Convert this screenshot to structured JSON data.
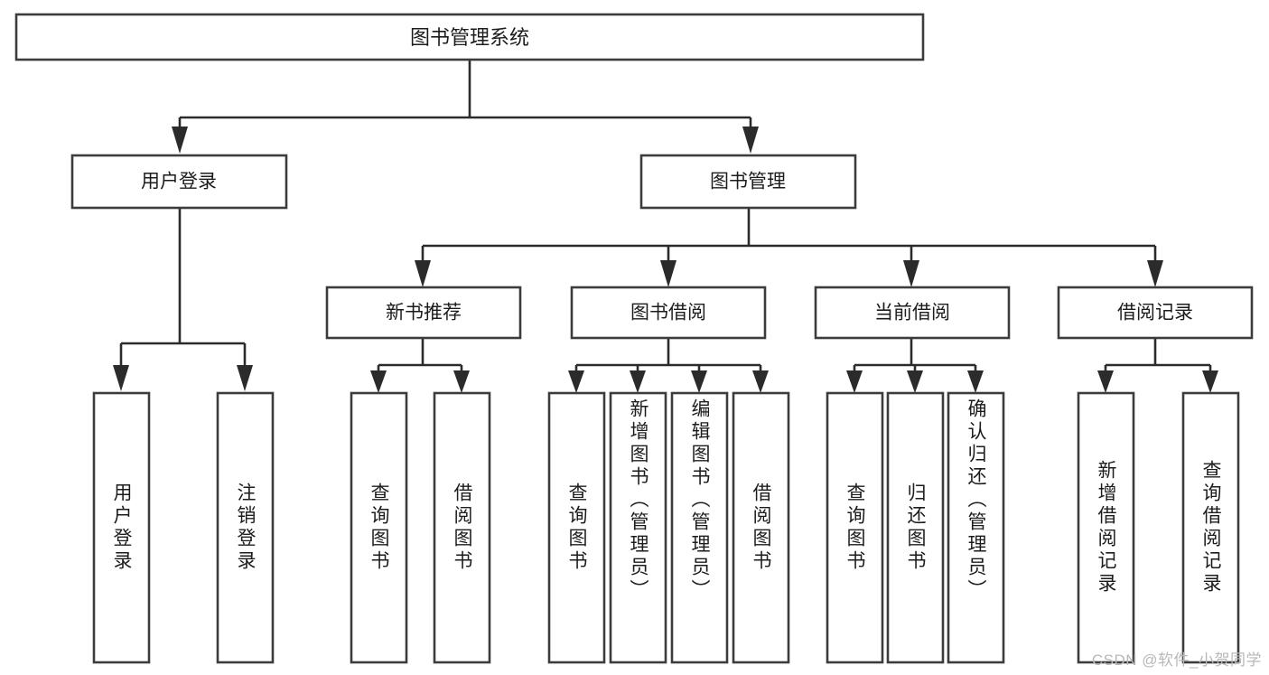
{
  "diagram": {
    "type": "hierarchy-tree",
    "title": "图书管理系统",
    "root": {
      "id": "root",
      "label": "图书管理系统",
      "level": 0
    },
    "level1": [
      {
        "id": "user-login",
        "label": "用户登录"
      },
      {
        "id": "book-management",
        "label": "图书管理"
      }
    ],
    "level2": [
      {
        "id": "new-book-recommend",
        "label": "新书推荐",
        "parent": "book-management"
      },
      {
        "id": "book-borrow",
        "label": "图书借阅",
        "parent": "book-management"
      },
      {
        "id": "current-borrow",
        "label": "当前借阅",
        "parent": "book-management"
      },
      {
        "id": "borrow-record",
        "label": "借阅记录",
        "parent": "book-management"
      }
    ],
    "leaves": [
      {
        "id": "leaf-user-login",
        "label": "用户登录",
        "parent": "user-login"
      },
      {
        "id": "leaf-logout",
        "label": "注销登录",
        "parent": "user-login"
      },
      {
        "id": "leaf-query-book-1",
        "label": "查询图书",
        "parent": "new-book-recommend"
      },
      {
        "id": "leaf-borrow-book-1",
        "label": "借阅图书",
        "parent": "new-book-recommend"
      },
      {
        "id": "leaf-query-book-2",
        "label": "查询图书",
        "parent": "book-borrow"
      },
      {
        "id": "leaf-add-book",
        "label": "新增图书（管理员）",
        "parent": "book-borrow"
      },
      {
        "id": "leaf-edit-book",
        "label": "编辑图书（管理员）",
        "parent": "book-borrow"
      },
      {
        "id": "leaf-borrow-book-2",
        "label": "借阅图书",
        "parent": "book-borrow"
      },
      {
        "id": "leaf-query-book-3",
        "label": "查询图书",
        "parent": "current-borrow"
      },
      {
        "id": "leaf-return-book",
        "label": "归还图书",
        "parent": "current-borrow"
      },
      {
        "id": "leaf-confirm-return",
        "label": "确认归还（管理员）",
        "parent": "current-borrow"
      },
      {
        "id": "leaf-add-record",
        "label": "新增借阅记录",
        "parent": "borrow-record"
      },
      {
        "id": "leaf-query-record",
        "label": "查询借阅记录",
        "parent": "borrow-record"
      }
    ],
    "colors": {
      "box_fill": "#ffffff",
      "box_stroke": "#3c3c3c",
      "connector": "#2b2b2b",
      "text": "#1c1c1c",
      "background": "#ffffff",
      "watermark": "#b8b8b8"
    }
  },
  "watermark": {
    "text": "CSDN @软件_小贺同学"
  }
}
